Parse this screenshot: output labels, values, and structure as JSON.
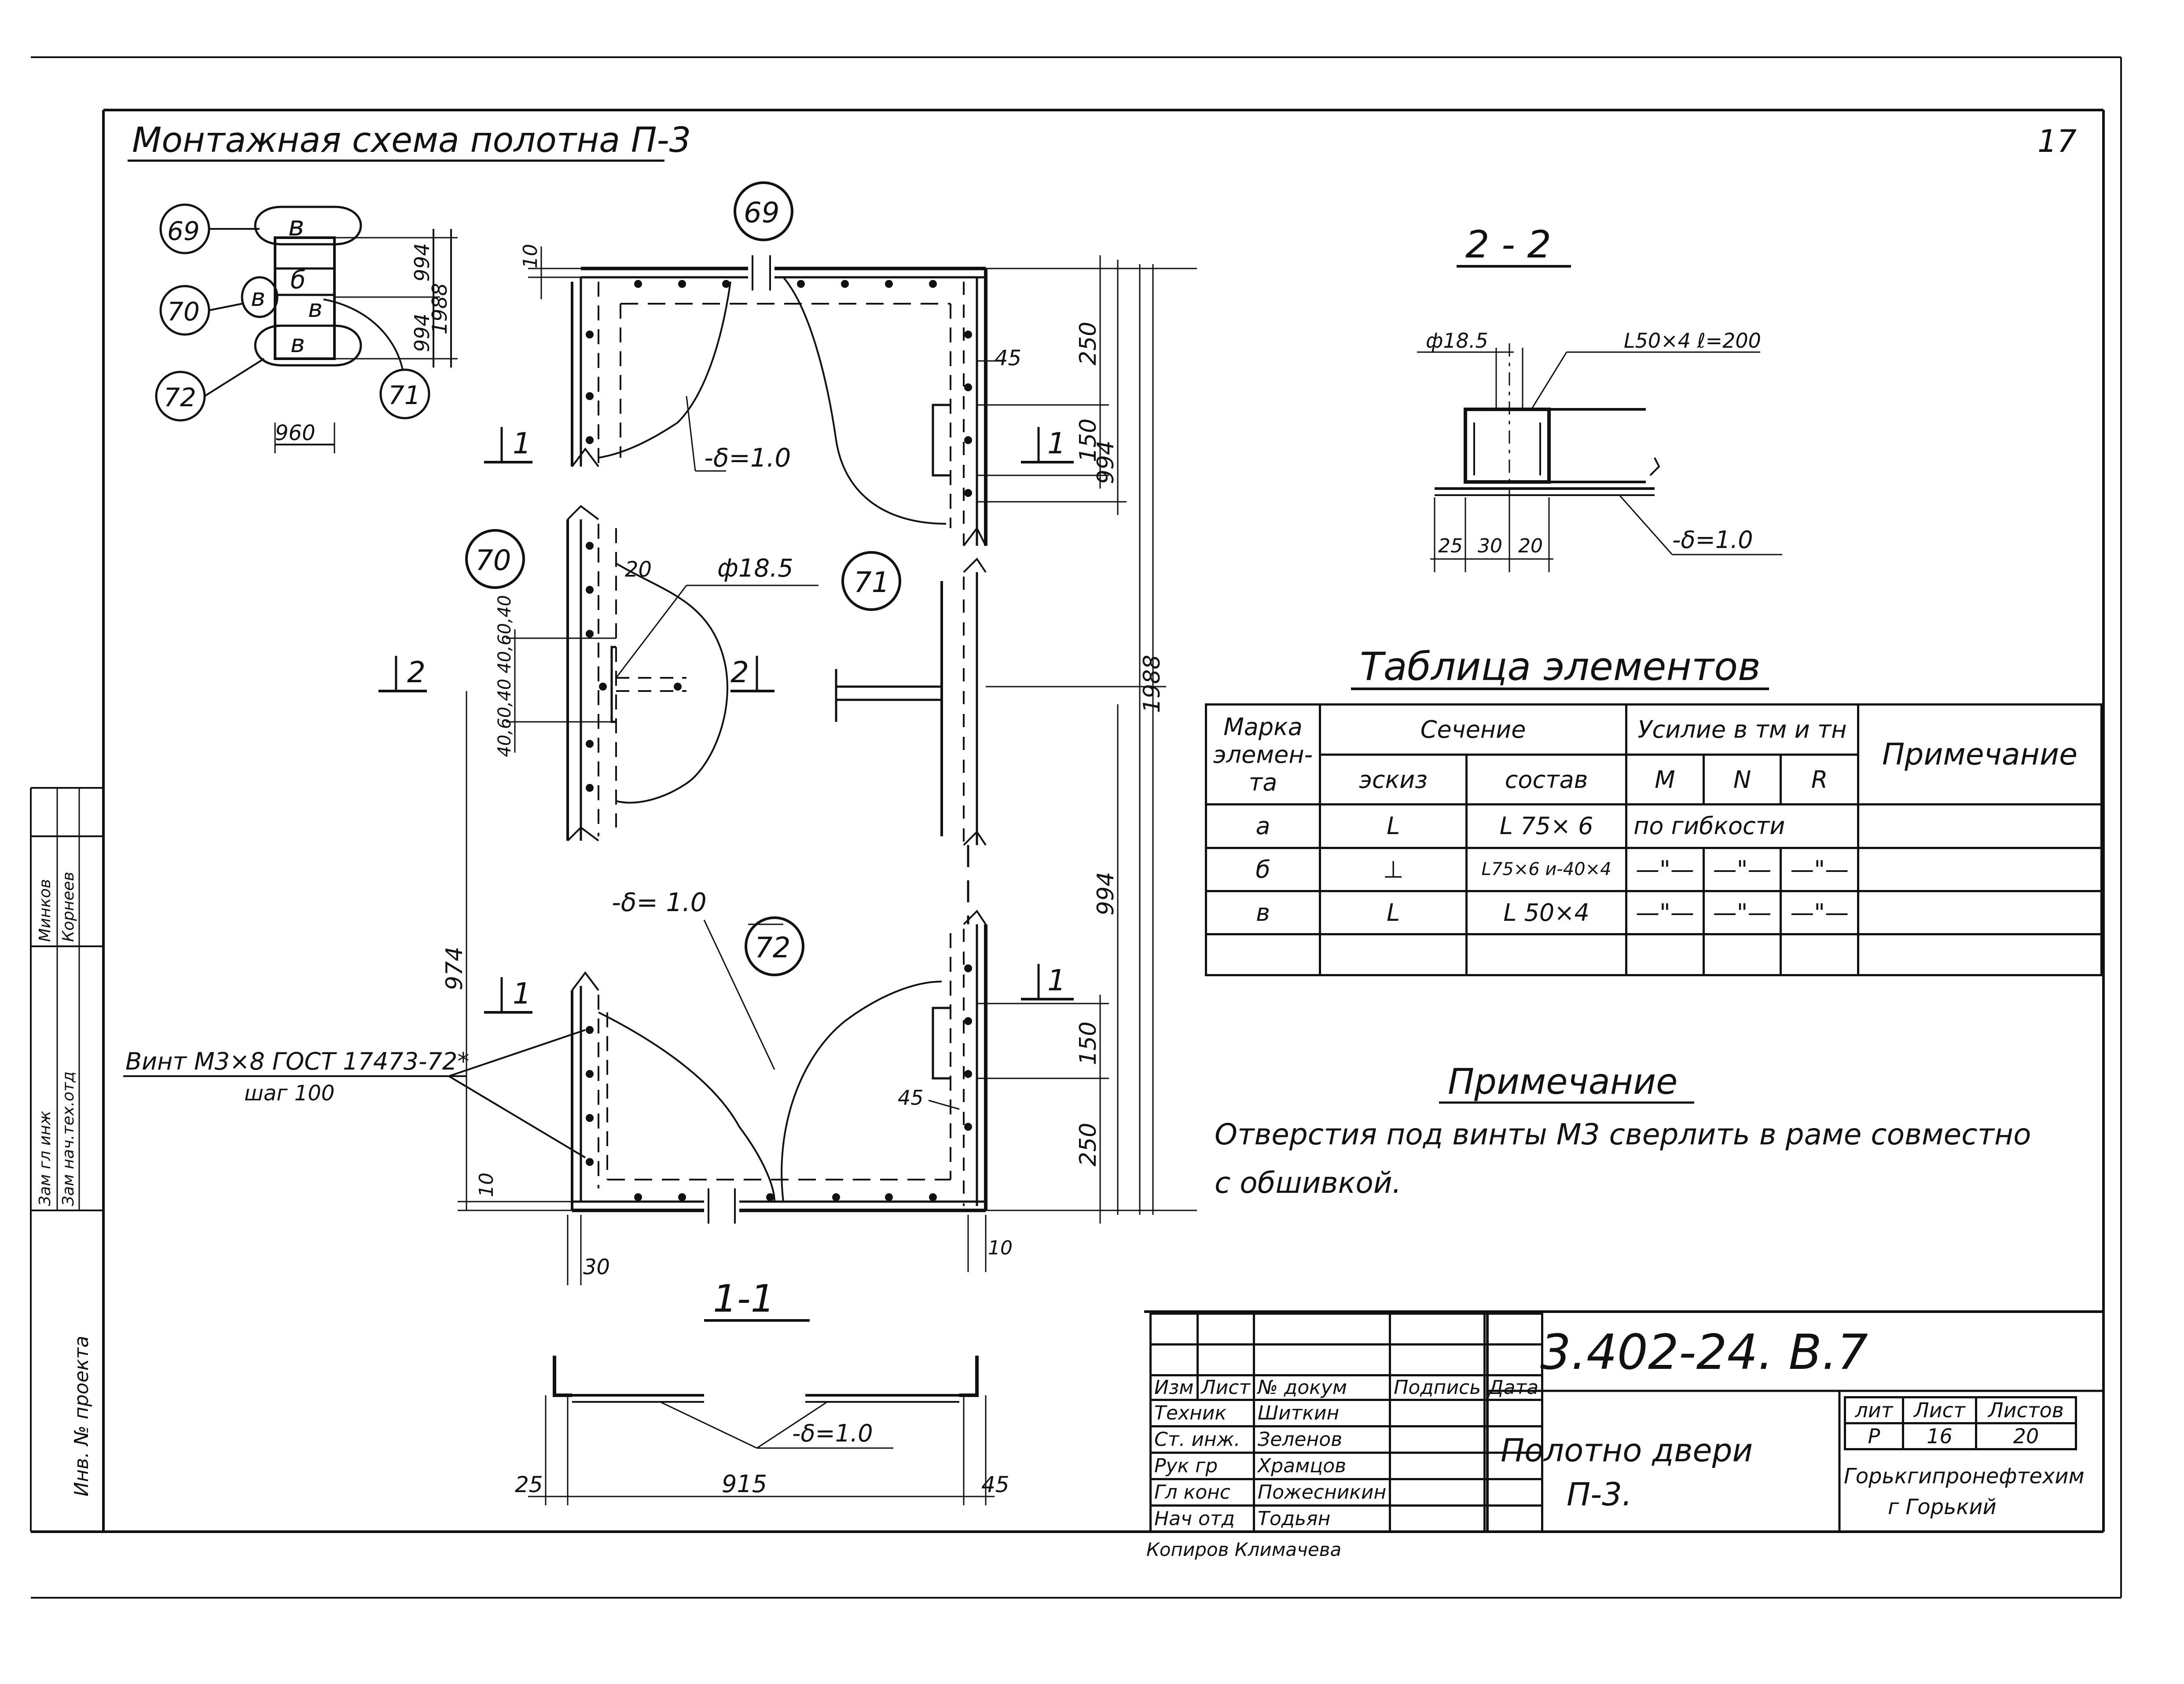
{
  "sheet_number": "17",
  "title": "Монтажная схема полотна П-3",
  "key_diagram": {
    "markers": [
      "69",
      "70",
      "71",
      "72"
    ],
    "letters": [
      "в",
      "б",
      "в",
      "в",
      "в"
    ],
    "dim_width": "960",
    "dim_upper": "994",
    "dim_lower": "994",
    "dim_total": "1988"
  },
  "markers": {
    "m69": "69",
    "m70": "70",
    "m71": "71",
    "m72": "72"
  },
  "section_marks": {
    "s1a": "1",
    "s1b": "1",
    "s1c": "1",
    "s1d": "1",
    "s2a": "2",
    "s2b": "2"
  },
  "dims": {
    "d10_top": "10",
    "d250_top": "250",
    "d150_top": "150",
    "d994_top": "994",
    "d45_top": "45",
    "thick_top": "-δ=1.0",
    "d20": "20",
    "phi": "ф18.5",
    "d40_60_40_a": "40,60,40",
    "d40_60_40_b": "40,60,40",
    "d1988": "1988",
    "d974": "974",
    "thick_mid": "-δ= 1.0",
    "d150_bot": "150",
    "d250_bot": "250",
    "d994_bot": "994",
    "d45_bot": "45",
    "d10_bot_left": "10",
    "d10_bot_right": "10",
    "d30": "30"
  },
  "screw_note": {
    "line1": "Винт М3×8 ГОСТ 17473-72*",
    "line2": "шаг 100"
  },
  "section_22": {
    "title": "2 - 2",
    "phi": "ф18.5",
    "profile": "L50×4 ℓ=200",
    "thick": "-δ=1.0",
    "d25": "25",
    "d30": "30",
    "d20": "20"
  },
  "section_11": {
    "title": "1-1",
    "thick": "-δ=1.0",
    "d25": "25",
    "d915": "915",
    "d45": "45"
  },
  "table": {
    "title": "Таблица элементов",
    "h_mark": "Марка элемен-та",
    "h_section": "Сечение",
    "h_force": "Усилие в тм и тн",
    "h_note": "Примечание",
    "h_sketch": "эскиз",
    "h_composition": "состав",
    "h_M": "М",
    "h_N": "N",
    "h_R": "R",
    "rows": [
      {
        "mark": "а",
        "sketch": "L",
        "composition": "L 75× 6",
        "force": "по гибкости",
        "note": ""
      },
      {
        "mark": "б",
        "sketch": "⊥",
        "composition": "L75×6 и-40×4",
        "M": "—\"—",
        "N": "—\"—",
        "R": "—\"—",
        "note": ""
      },
      {
        "mark": "в",
        "sketch": "L",
        "composition": "L 50×4",
        "M": "—\"—",
        "N": "—\"—",
        "R": "—\"—",
        "note": ""
      }
    ]
  },
  "note": {
    "title": "Примечание",
    "line1": "Отверстия под винты М3 сверлить в раме совместно",
    "line2": "с обшивкой."
  },
  "stamp": {
    "code": "3.402-24. В.7",
    "name_line1": "Полотно двери",
    "name_line2": "П-3.",
    "org_line1": "Горькгипронефтехим",
    "org_line2": "г Горький",
    "h_lit": "лит",
    "h_sheet": "Лист",
    "h_sheets": "Листов",
    "v_lit": "Р",
    "v_sheet": "16",
    "v_sheets": "20",
    "col_headers": [
      "Изм",
      "Лист",
      "№ докум",
      "Подпись",
      "Дата"
    ],
    "people": [
      {
        "role": "Техник",
        "name": "Шиткин"
      },
      {
        "role": "Ст. инж.",
        "name": "Зеленов"
      },
      {
        "role": "Рук гр",
        "name": "Храмцов"
      },
      {
        "role": "Гл конс",
        "name": "Пожесникин"
      },
      {
        "role": "Нач отд",
        "name": "Тодьян"
      }
    ],
    "copied": "Копиров Климачева"
  },
  "side_stamp": {
    "project_label": "Инв. № проекта",
    "row1": "Зам гл инж",
    "row2": "Зам нач.тех.отд",
    "name1": "Минков",
    "name2": "Корнеев"
  }
}
